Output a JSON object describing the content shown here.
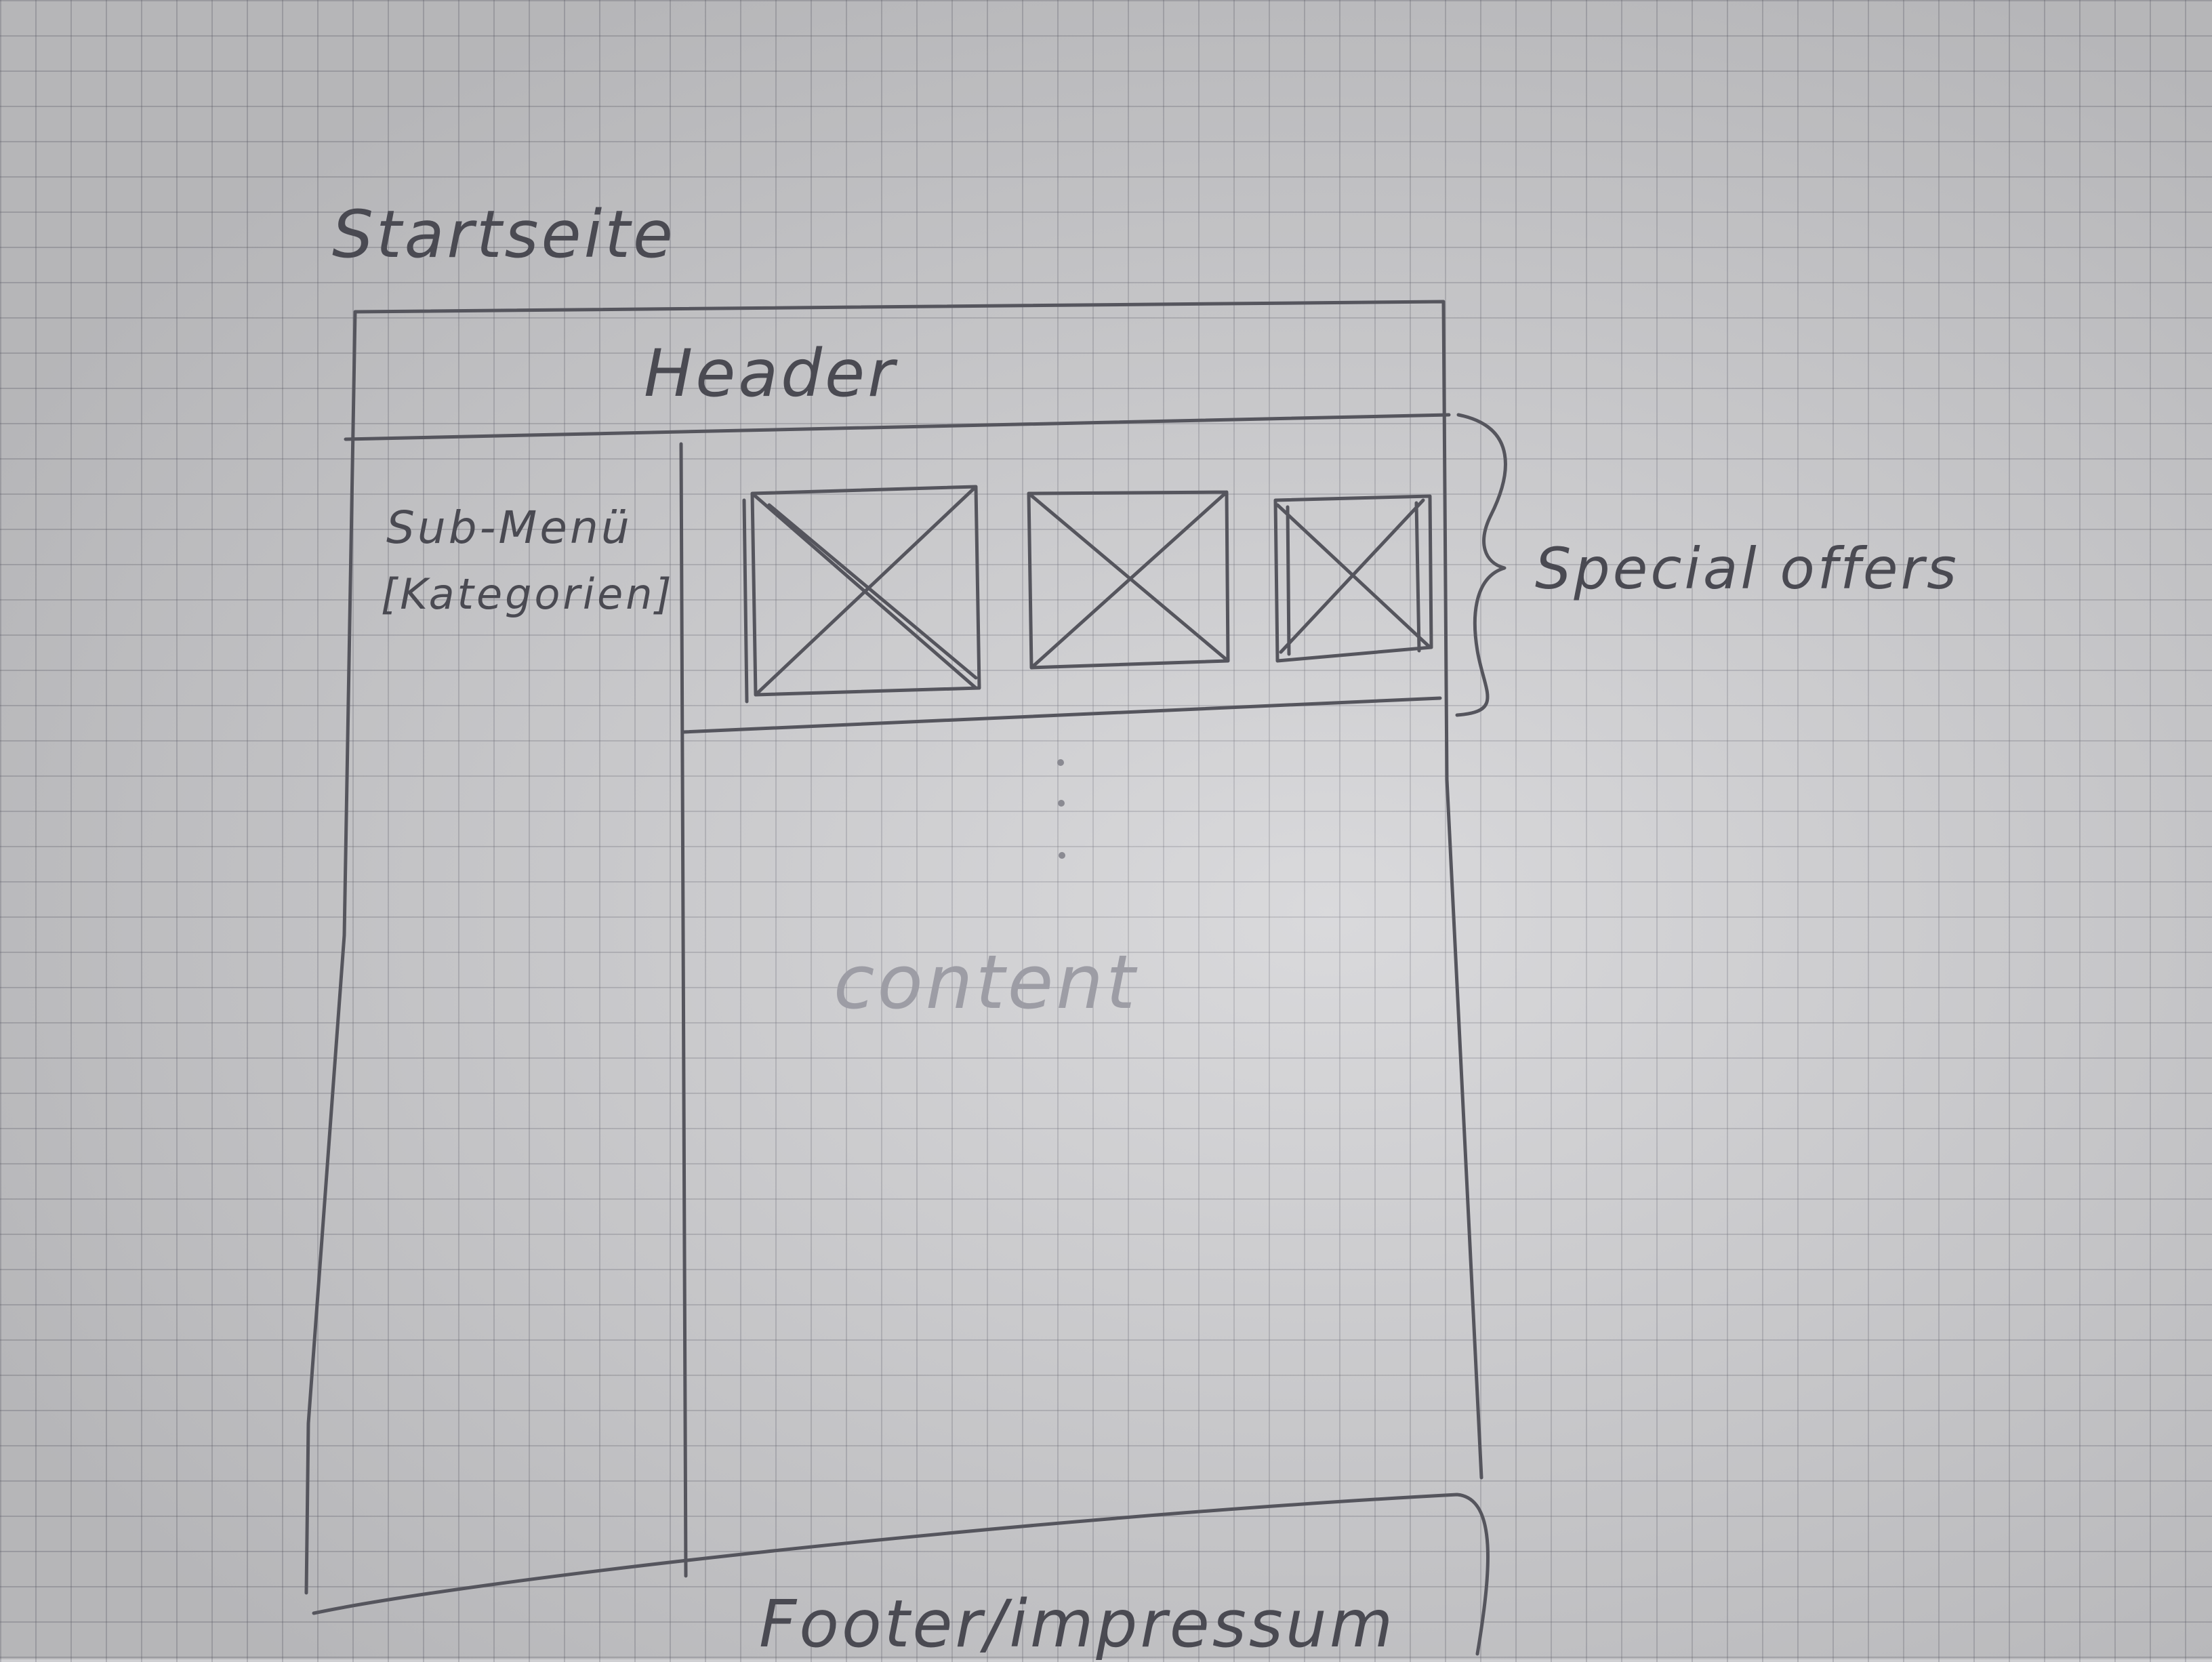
{
  "page_title": "Startseite",
  "header_label": "Header",
  "submenu": {
    "line1": "Sub-Menü",
    "line2": "[Kategorien]"
  },
  "special_offers_label": "Special offers",
  "content_label": "content",
  "footer_label": "Footer/impressum",
  "special_offers": [
    {
      "name": "offer-image-1"
    },
    {
      "name": "offer-image-2"
    },
    {
      "name": "offer-image-3"
    }
  ]
}
